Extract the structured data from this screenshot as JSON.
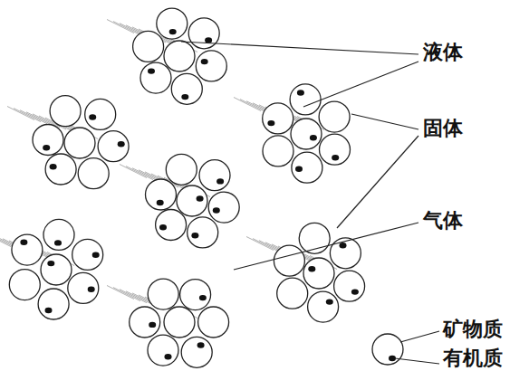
{
  "diagram": {
    "labels": [
      "液体",
      "固体",
      "气体",
      "矿物质",
      "有机质"
    ]
  }
}
